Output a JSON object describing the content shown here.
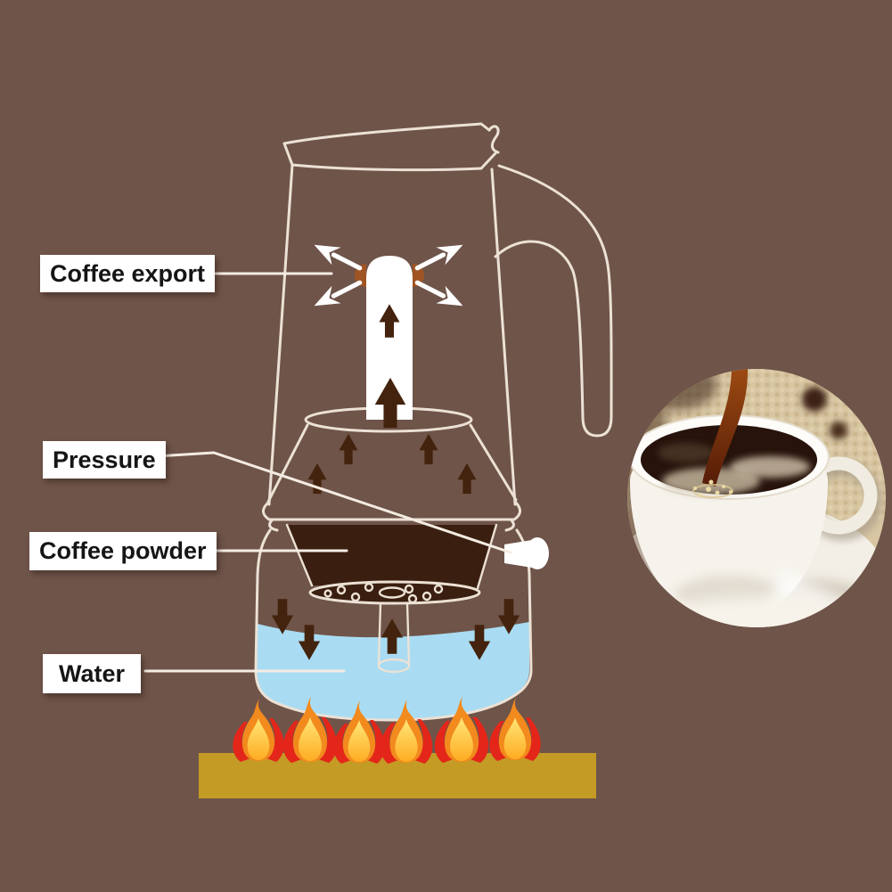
{
  "labels": {
    "coffee_export": "Coffee export",
    "pressure": "Pressure",
    "coffee_powder": "Coffee powder",
    "water": "Water"
  },
  "colors": {
    "background": "#6f5449",
    "pot_outline": "#ece1d5",
    "connector": "#f4ece2",
    "water_blue": "#a9dcf2",
    "coffee_dark": "#3a1f10",
    "arrow_brown": "#44230e",
    "flame_orange": "#f28a1e",
    "flame_red": "#e4261a",
    "flame_yellow": "#ffe678",
    "burner_gold": "#c39b25",
    "label_bg": "#ffffff",
    "label_text": "#151515",
    "valve_white": "#ffffff",
    "spray_white": "#ffffff",
    "wedge_orange": "#a05423"
  }
}
